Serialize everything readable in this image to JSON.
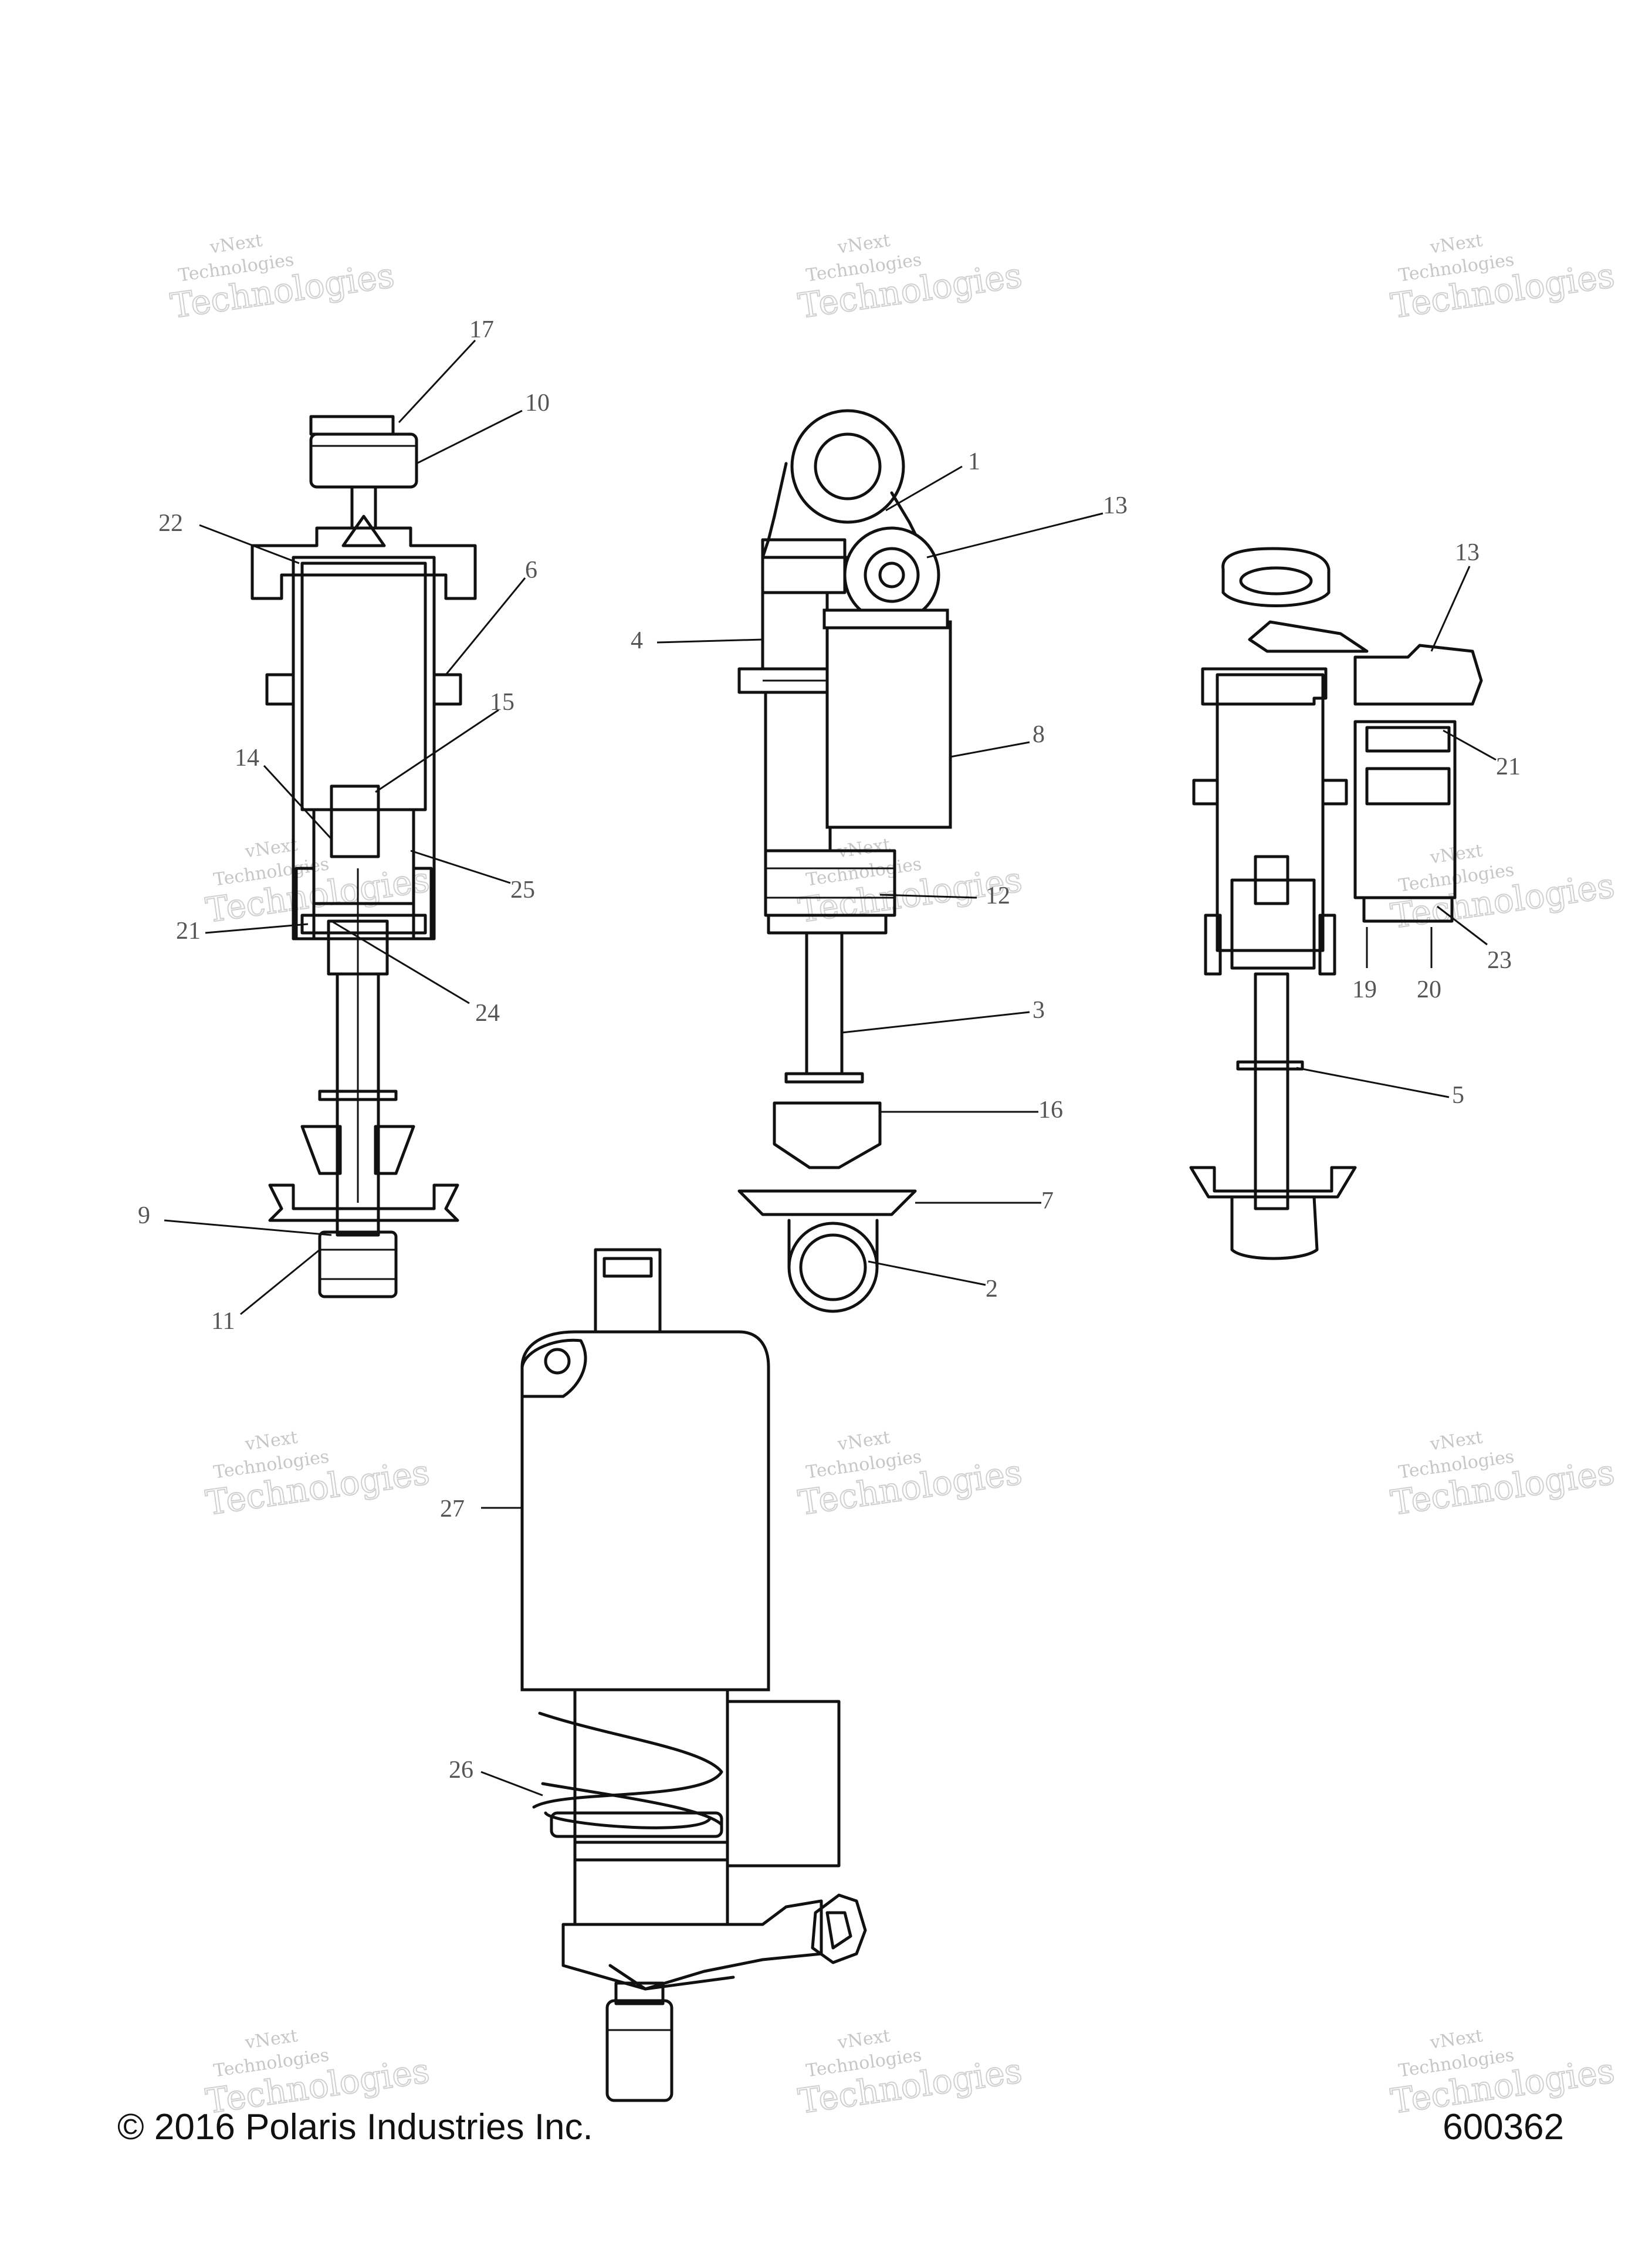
{
  "watermark": {
    "line1": "vNext",
    "line2": "Technologies",
    "line3": "Technologies"
  },
  "callouts": [
    "17",
    "10",
    "22",
    "6",
    "15",
    "14",
    "25",
    "21",
    "24",
    "9",
    "11",
    "1",
    "13",
    "4",
    "8",
    "12",
    "3",
    "16",
    "7",
    "2",
    "13",
    "21",
    "19",
    "20",
    "23",
    "5",
    "27",
    "26"
  ],
  "footer": {
    "copyright": "© 2016 Polaris Industries Inc.",
    "figure_number": "600362"
  }
}
